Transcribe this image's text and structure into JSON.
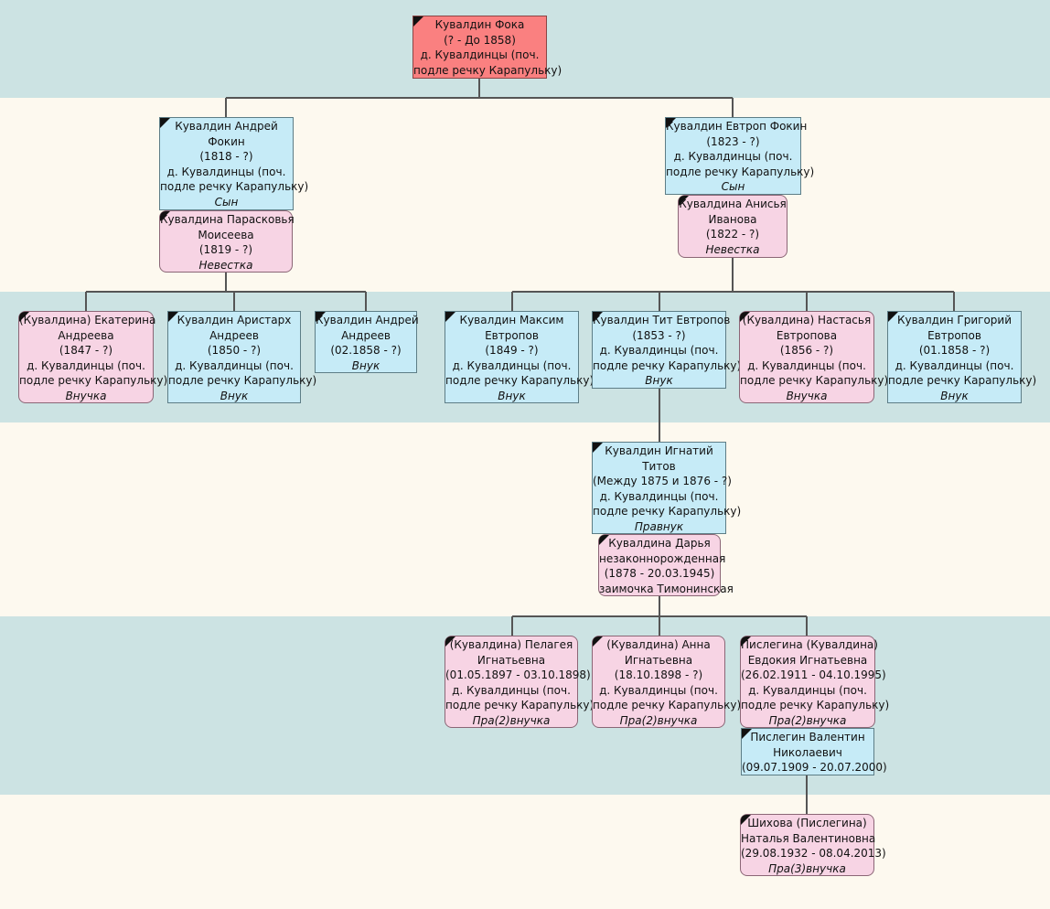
{
  "people": [
    {
      "id": "foka",
      "sex": "root",
      "lines": [
        "Кувалдин Фока",
        "(? - До 1858)",
        "д. Кувалдинцы (поч.",
        "подле речку Карапульку)"
      ],
      "relation": ""
    },
    {
      "id": "andrey_fokin",
      "sex": "m",
      "lines": [
        "Кувалдин Андрей",
        "Фокин",
        "(1818 - ?)",
        "д. Кувалдинцы (поч.",
        "подле речку Карапульку)"
      ],
      "relation": "Сын"
    },
    {
      "id": "paraskovya",
      "sex": "f",
      "lines": [
        "Кувалдина Парасковья",
        "Моисеева",
        "(1819 - ?)"
      ],
      "relation": "Невестка"
    },
    {
      "id": "evtrop",
      "sex": "m",
      "lines": [
        "Кувалдин Евтроп Фокин",
        "(1823 - ?)",
        "д. Кувалдинцы (поч.",
        "подле речку Карапульку)"
      ],
      "relation": "Сын"
    },
    {
      "id": "anisya",
      "sex": "f",
      "lines": [
        "Кувалдина Анисья",
        "Иванова",
        "(1822 - ?)"
      ],
      "relation": "Невестка"
    },
    {
      "id": "ekaterina",
      "sex": "f",
      "lines": [
        "(Кувалдина) Екатерина",
        "Андреева",
        "(1847 - ?)",
        "д. Кувалдинцы (поч.",
        "подле речку Карапульку)"
      ],
      "relation": "Внучка"
    },
    {
      "id": "aristarh",
      "sex": "m",
      "lines": [
        "Кувалдин Аристарх",
        "Андреев",
        "(1850 - ?)",
        "д. Кувалдинцы (поч.",
        "подле речку Карапульку)"
      ],
      "relation": "Внук"
    },
    {
      "id": "andrey_andreev",
      "sex": "m",
      "lines": [
        "Кувалдин Андрей",
        "Андреев",
        "(02.1858 - ?)"
      ],
      "relation": "Внук"
    },
    {
      "id": "maksim",
      "sex": "m",
      "lines": [
        "Кувалдин Максим",
        "Евтропов",
        "(1849 - ?)",
        "д. Кувалдинцы (поч.",
        "подле речку Карапульку)"
      ],
      "relation": "Внук"
    },
    {
      "id": "tit",
      "sex": "m",
      "lines": [
        "Кувалдин Тит Евтропов",
        "(1853 - ?)",
        "д. Кувалдинцы (поч.",
        "подле речку Карапульку)"
      ],
      "relation": "Внук"
    },
    {
      "id": "nastasya",
      "sex": "f",
      "lines": [
        "(Кувалдина) Настасья",
        "Евтропова",
        "(1856 - ?)",
        "д. Кувалдинцы (поч.",
        "подле речку Карапульку)"
      ],
      "relation": "Внучка"
    },
    {
      "id": "grigoriy",
      "sex": "m",
      "lines": [
        "Кувалдин Григорий",
        "Евтропов",
        "(01.1858 - ?)",
        "д. Кувалдинцы (поч.",
        "подле речку Карапульку)"
      ],
      "relation": "Внук"
    },
    {
      "id": "ignatiy",
      "sex": "m",
      "lines": [
        "Кувалдин Игнатий",
        "Титов",
        "(Между 1875 и 1876 - ?)",
        "д. Кувалдинцы (поч.",
        "подле речку Карапульку)"
      ],
      "relation": "Правнук"
    },
    {
      "id": "darya",
      "sex": "f",
      "lines": [
        "Кувалдина Дарья",
        "незаконнорожденная",
        "(1878 - 20.03.1945)",
        "заимочка Тимонинская"
      ],
      "relation": ""
    },
    {
      "id": "pelageya",
      "sex": "f",
      "lines": [
        "(Кувалдина) Пелагея",
        "Игнатьевна",
        "(01.05.1897 - 03.10.1898)",
        "д. Кувалдинцы (поч.",
        "подле речку Карапульку)"
      ],
      "relation": "Пра(2)внучка"
    },
    {
      "id": "anna",
      "sex": "f",
      "lines": [
        "(Кувалдина) Анна",
        "Игнатьевна",
        "(18.10.1898 - ?)",
        "д. Кувалдинцы (поч.",
        "подле речку Карапульку)"
      ],
      "relation": "Пра(2)внучка"
    },
    {
      "id": "evdokiya",
      "sex": "f",
      "lines": [
        "Пислегина (Кувалдина)",
        "Евдокия Игнатьевна",
        "(26.02.1911 - 04.10.1995)",
        "д. Кувалдинцы (поч.",
        "подле речку Карапульку)"
      ],
      "relation": "Пра(2)внучка"
    },
    {
      "id": "valentin",
      "sex": "m",
      "lines": [
        "Пислегин Валентин",
        "Николаевич",
        "(09.07.1909 - 20.07.2000)"
      ],
      "relation": ""
    },
    {
      "id": "natalya",
      "sex": "f",
      "lines": [
        "Шихова (Пислегина)",
        "Наталья Валентиновна",
        "(29.08.1932 - 08.04.2013)"
      ],
      "relation": "Пра(3)внучка"
    }
  ]
}
